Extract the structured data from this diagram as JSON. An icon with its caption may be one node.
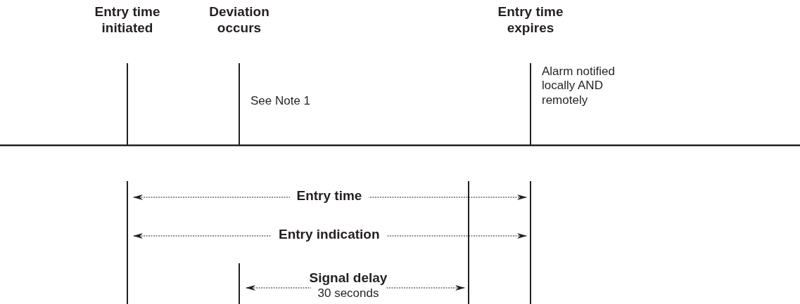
{
  "diagram": {
    "labels": [
      "Entry time initiated",
      "Deviation occurs",
      "Entry time expires",
      "See Note 1",
      "Alarm notified locally AND remotely",
      "Entry time",
      "Entry indication",
      "Signal delay",
      "30 seconds"
    ]
  }
}
